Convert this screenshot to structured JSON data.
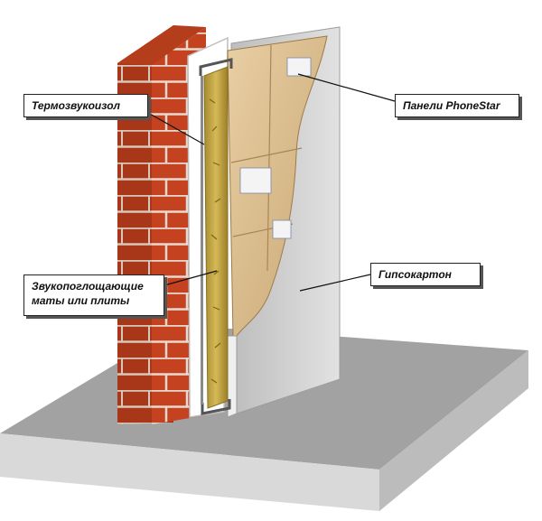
{
  "labels": {
    "termo": "Термозвукоизол",
    "phonestar": "Панели PhoneStar",
    "zvuko_line1": "Звукопоглощающие",
    "zvuko_line2": "маты или плиты",
    "gipso": "Гипсокартон"
  },
  "colors": {
    "brick": "#c4421f",
    "mortar": "#e7d9cf",
    "floor_top": "#a2a2a2",
    "floor_front": "#d8d8d8",
    "drywall": "#cfcfcf",
    "panel": "#dcbd8d",
    "wool": "#c9a744",
    "profile": "#9a9a9a"
  }
}
